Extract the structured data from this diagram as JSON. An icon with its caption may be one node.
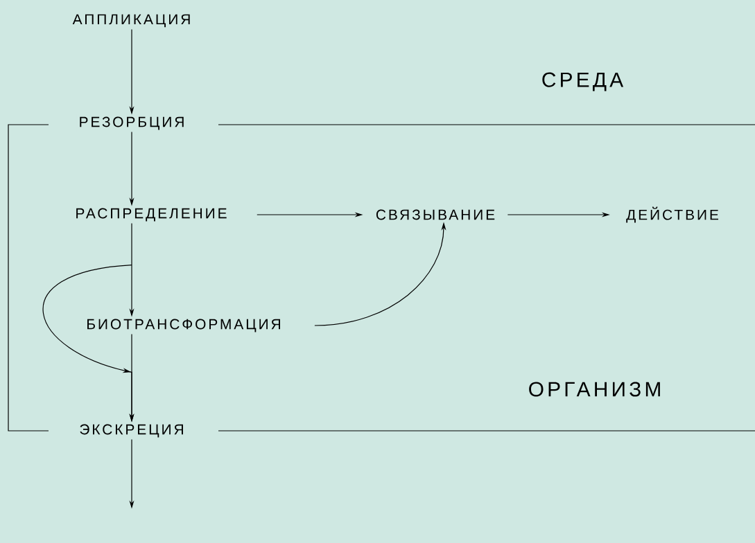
{
  "diagram": {
    "nodes": [
      {
        "text": [
          "АППЛИКАЦИЯ"
        ]
      },
      {
        "text": [
          "РЕЗОРБЦИЯ"
        ]
      },
      {
        "text": [
          "РАСПРЕДЕЛЕНИЕ"
        ]
      },
      {
        "text": [
          "СВЯЗЫВАНИЕ"
        ]
      },
      {
        "text": [
          "ДЕЙСТВИЕ"
        ]
      },
      {
        "text": [
          "БИОТРАНСФОРМАЦИЯ"
        ]
      },
      {
        "text": [
          "ЭКСКРЕЦИЯ"
        ]
      }
    ],
    "edges": [
      {
        "from": 0,
        "to": 1,
        "arrow": "to"
      },
      {
        "from": 1,
        "to": 2,
        "arrow": "to"
      },
      {
        "from": 2,
        "to": 3,
        "arrow": "to"
      },
      {
        "from": 3,
        "to": 4,
        "arrow": "to"
      },
      {
        "from": 2,
        "to": 5,
        "arrow": "to"
      },
      {
        "from": 5,
        "to": 3,
        "arrow": "to"
      },
      {
        "from": 2,
        "to": 6,
        "arrow": "to"
      },
      {
        "from": 5,
        "to": 6,
        "arrow": "to"
      },
      {
        "from": 6,
        "to": null,
        "arrow": "to"
      }
    ],
    "labels": [
      "СРЕДА",
      "ОРГАНИЗМ"
    ]
  }
}
